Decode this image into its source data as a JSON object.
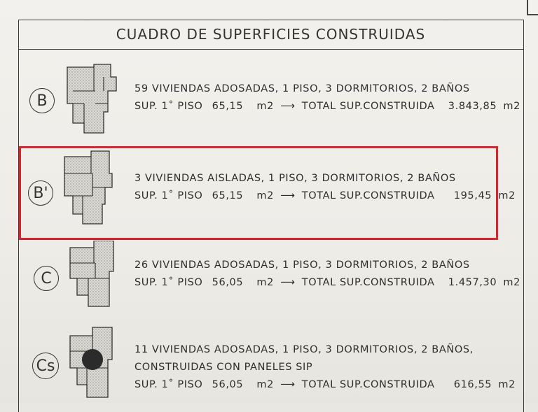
{
  "title": "CUADRO DE SUPERFICIES CONSTRUIDAS",
  "rows": [
    {
      "code": "B",
      "line1": "59 VIVIENDAS ADOSADAS, 1 PISO, 3 DORMITORIOS, 2 BAÑOS",
      "sup_label": "SUP. 1˚ PISO",
      "sup_value": "65,15",
      "unit": "m2",
      "arrow": "⟶",
      "total_label": "TOTAL SUP.CONSTRUIDA",
      "total_value": "3.843,85",
      "total_unit": "m2"
    },
    {
      "code": "B'",
      "line1": "3 VIVIENDAS AISLADAS, 1 PISO, 3 DORMITORIOS, 2 BAÑOS",
      "sup_label": "SUP. 1˚ PISO",
      "sup_value": "65,15",
      "unit": "m2",
      "arrow": "⟶",
      "total_label": "TOTAL SUP.CONSTRUIDA",
      "total_value": "195,45",
      "total_unit": "m2"
    },
    {
      "code": "C",
      "line1": "26 VIVIENDAS ADOSADAS, 1 PISO, 3 DORMITORIOS, 2 BAÑOS",
      "sup_label": "SUP. 1˚ PISO",
      "sup_value": "56,05",
      "unit": "m2",
      "arrow": "⟶",
      "total_label": "TOTAL SUP.CONSTRUIDA",
      "total_value": "1.457,30",
      "total_unit": "m2"
    },
    {
      "code": "Cs",
      "line1": "11 VIVIENDAS ADOSADAS, 1 PISO, 3 DORMITORIOS, 2 BAÑOS,",
      "line1b": "CONSTRUIDAS CON PANELES SIP",
      "sup_label": "SUP. 1˚ PISO",
      "sup_value": "56,05",
      "unit": "m2",
      "arrow": "⟶",
      "total_label": "TOTAL SUP.CONSTRUIDA",
      "total_value": "616,55",
      "total_unit": "m2"
    }
  ],
  "colors": {
    "highlight": "#d9232e",
    "ink": "#2e2e2e",
    "paper": "#efede8"
  }
}
